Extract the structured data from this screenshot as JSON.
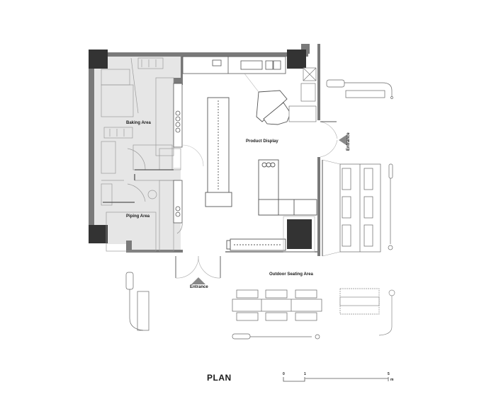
{
  "drawing": {
    "title": "PLAN",
    "rooms": {
      "baking": "Baking Area",
      "piping": "Piping Area",
      "product_display": "Product Display",
      "outdoor_seating": "Outdoor Seating Area"
    },
    "entrances": {
      "front": "Entrance",
      "side": "Entrance"
    },
    "scale_bar": {
      "ticks": [
        "0",
        "1",
        "5"
      ],
      "unit": "m"
    }
  },
  "colors": {
    "wall": "#7a7a7a",
    "column": "#333333",
    "kitchen_fill": "#e6e6e6",
    "line": "#555555",
    "light_line": "#9a9a9a"
  }
}
